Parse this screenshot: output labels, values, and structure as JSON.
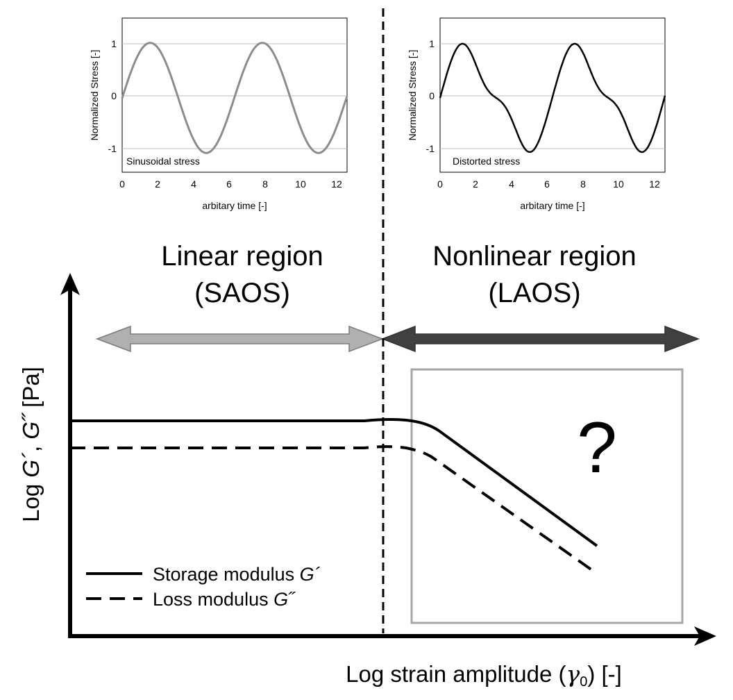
{
  "colors": {
    "ink": "#000000",
    "left_arrow": "#b0b0b0",
    "left_arrow_edge": "#7a7a7a",
    "right_arrow": "#404040",
    "box": "#a6a6a6",
    "sinusoid": "#8c8c8c",
    "distorted": "#000000",
    "grid": "#bdbdbd"
  },
  "regions": {
    "linear": {
      "line1": "Linear region",
      "line2": "(SAOS)"
    },
    "nonlinear": {
      "line1": "Nonlinear region",
      "line2": "(LAOS)"
    }
  },
  "question_mark": "?",
  "main_axes": {
    "y_label_prefix": "Log ",
    "y_label_g1": "G´",
    "y_label_sep": ", ",
    "y_label_g2": "G˝",
    "y_label_unit": " [Pa]",
    "x_label_prefix": "Log strain amplitude (",
    "x_label_symbol": "γ",
    "x_label_subscript": "0",
    "x_label_suffix": ") [-]"
  },
  "legend": [
    {
      "style": "solid",
      "text": "Storage modulus ",
      "symbol": "G´"
    },
    {
      "style": "dashed",
      "text": "Loss modulus ",
      "symbol": "G˝"
    }
  ],
  "insets": [
    {
      "name": "sinusoidal",
      "ylabel": "Normalized Stress [-]",
      "xlabel": "arbitary time [-]",
      "annotation": "Sinusoidal stress",
      "x_ticks": [
        "0",
        "2",
        "4",
        "6",
        "8",
        "10",
        "12"
      ],
      "y_ticks": [
        "1",
        "0",
        "-1"
      ],
      "xlim": [
        0,
        12.6
      ],
      "ylim": [
        -1.35,
        1.45
      ],
      "curve": "sine"
    },
    {
      "name": "distorted",
      "ylabel": "Normalized Stress [-]",
      "xlabel": "arbitary time [-]",
      "annotation": "Distorted stress",
      "x_ticks": [
        "0",
        "2",
        "4",
        "6",
        "8",
        "10",
        "12"
      ],
      "y_ticks": [
        "1",
        "0",
        "-1"
      ],
      "xlim": [
        0,
        12.6
      ],
      "ylim": [
        -1.35,
        1.45
      ],
      "curve": "distorted"
    }
  ]
}
